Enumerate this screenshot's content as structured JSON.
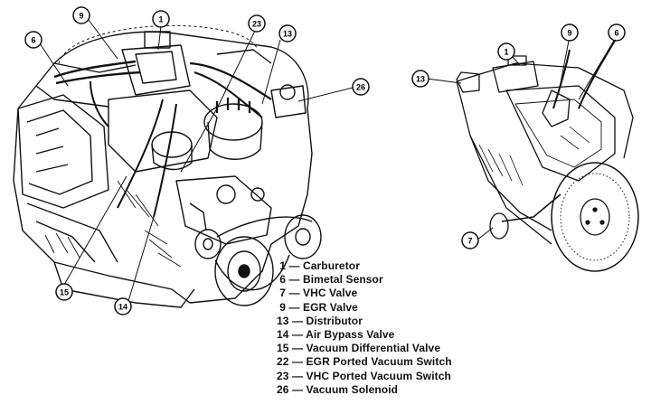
{
  "callouts": [
    {
      "num": "1",
      "name": "callout-1-left"
    },
    {
      "num": "9",
      "name": "callout-9-left"
    },
    {
      "num": "6",
      "name": "callout-6-left"
    },
    {
      "num": "23",
      "name": "callout-23"
    },
    {
      "num": "13",
      "name": "callout-13-left"
    },
    {
      "num": "26",
      "name": "callout-26"
    },
    {
      "num": "15",
      "name": "callout-15"
    },
    {
      "num": "14",
      "name": "callout-14"
    },
    {
      "num": "13",
      "name": "callout-13-right"
    },
    {
      "num": "1",
      "name": "callout-1-right"
    },
    {
      "num": "9",
      "name": "callout-9-right"
    },
    {
      "num": "6",
      "name": "callout-6-right"
    },
    {
      "num": "7",
      "name": "callout-7"
    }
  ],
  "legend": [
    {
      "num": "1",
      "dash": "—",
      "label": "Carburetor"
    },
    {
      "num": "6",
      "dash": "—",
      "label": "Bimetal Sensor"
    },
    {
      "num": "7",
      "dash": "—",
      "label": "VHC Valve"
    },
    {
      "num": "9",
      "dash": "—",
      "label": "EGR Valve"
    },
    {
      "num": "13",
      "dash": "—",
      "label": "Distributor"
    },
    {
      "num": "14",
      "dash": "—",
      "label": "Air Bypass Valve"
    },
    {
      "num": "15",
      "dash": "—",
      "label": "Vacuum Differential Valve"
    },
    {
      "num": "22",
      "dash": "—",
      "label": "EGR Ported Vacuum Switch"
    },
    {
      "num": "23",
      "dash": "—",
      "label": "VHC Ported Vacuum Switch"
    },
    {
      "num": "26",
      "dash": "—",
      "label": "Vacuum Solenoid"
    }
  ],
  "colors": {
    "ink": "#111111",
    "paper": "#ffffff"
  }
}
